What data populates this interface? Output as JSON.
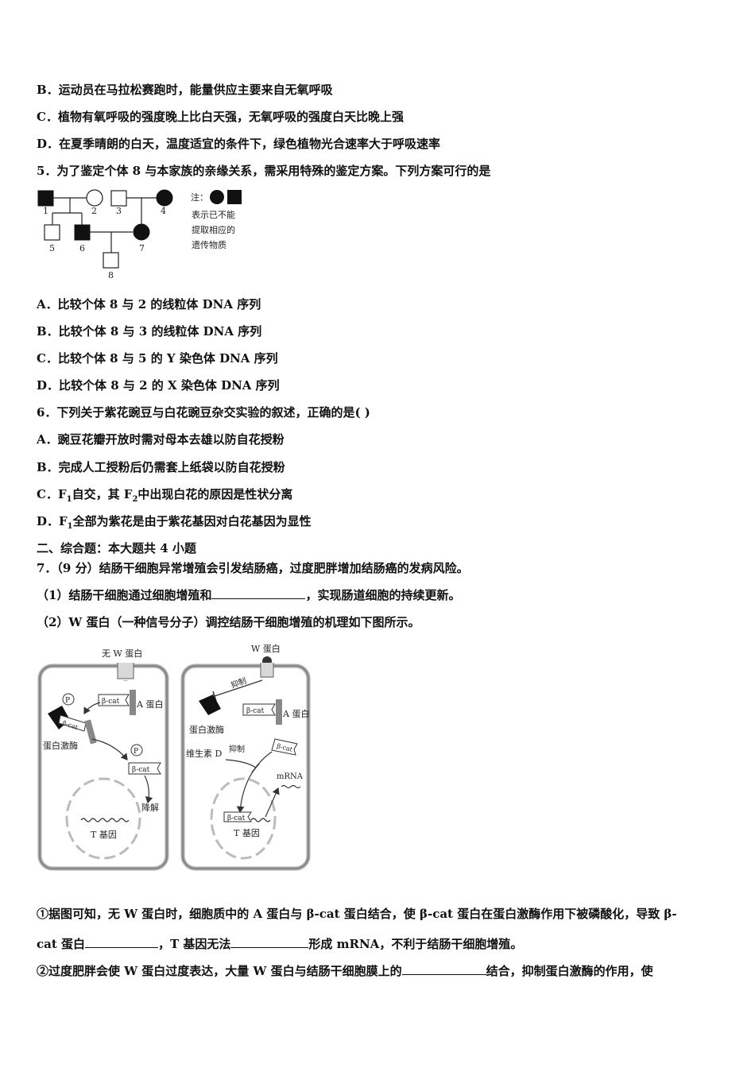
{
  "lines": {
    "q4b": "B．运动员在马拉松赛跑时，能量供应主要来自无氧呼吸",
    "q4c": "C．植物有氧呼吸的强度晚上比白天强，无氧呼吸的强度白天比晚上强",
    "q4d": "D．在夏季晴朗的白天，温度适宜的条件下，绿色植物光合速率大于呼吸速率",
    "q5": "5．为了鉴定个体 8 与本家族的亲缘关系，需采用特殊的鉴定方案。下列方案可行的是",
    "q5a": "A．比较个体 8 与 2 的线粒体 DNA 序列",
    "q5b": "B．比较个体 8 与 3 的线粒体 DNA 序列",
    "q5c": "C．比较个体 8 与 5 的 Y 染色体 DNA 序列",
    "q5d": "D．比较个体 8 与 2 的 X 染色体 DNA 序列",
    "q6": "6．下列关于紫花豌豆与白花豌豆杂交实验的叙述，正确的是( )",
    "q6a": "A．豌豆花瓣开放时需对母本去雄以防自花授粉",
    "q6b": "B．完成人工授粉后仍需套上纸袋以防自花授粉",
    "q6c_pre": "C．F",
    "q6c_sub1": "1",
    "q6c_mid": "自交，其 F",
    "q6c_sub2": "2",
    "q6c_post": "中出现白花的原因是性状分离",
    "q6d_pre": "D．F",
    "q6d_sub": "1",
    "q6d_post": "全部为紫花是由于紫花基因对白花基因为显性",
    "section2": "二、综合题：本大题共 4 小题",
    "q7": "7．（9 分）结肠干细胞异常增殖会引发结肠癌，过度肥胖增加结肠癌的发病风险。",
    "q7_1_pre": "（1）结肠干细胞通过细胞增殖和",
    "q7_1_post": "，实现肠道细胞的持续更新。",
    "q7_2": "（2）W 蛋白（一种信号分子）调控结肠干细胞增殖的机理如下图所示。",
    "q7_i_pre": "①据图可知，无 W 蛋白时，细胞质中的 A 蛋白与 β-cat 蛋白结合，使 β-cat 蛋白在蛋白激酶作用下被磷酸化，导致 β-",
    "q7_i2_pre": "cat 蛋白",
    "q7_i2_mid": "，T 基因无法",
    "q7_i2_post": "形成 mRNA，不利于结肠干细胞增殖。",
    "q7_ii_pre": "②过度肥胖会使 W 蛋白过度表达，大量 W 蛋白与结肠干细胞膜上的",
    "q7_ii_post": "结合，抑制蛋白激酶的作用，使"
  },
  "pedigree": {
    "ids": [
      "1",
      "2",
      "3",
      "4",
      "5",
      "6",
      "7",
      "8"
    ],
    "note_title": "注：",
    "note_line1": "表示已不能",
    "note_line2": "提取相应的",
    "note_line3": "遗传物质"
  },
  "figure": {
    "left": {
      "top_label": "无 W 蛋白",
      "p1": "P",
      "p2": "P",
      "bcat1": "β-cat",
      "bcat2": "β-cat",
      "bcat3": "β-cat",
      "a_protein": "A 蛋白",
      "kinase": "蛋白激酶",
      "degrade": "降解",
      "t_gene": "T 基因"
    },
    "right": {
      "top_label": "W 蛋白",
      "inhibit1": "抑制",
      "inhibit2": "抑制",
      "kinase": "蛋白激酶",
      "bcat1": "β-cat",
      "bcat2": "β-cat",
      "bcat3": "β-cat",
      "a_protein": "A 蛋白",
      "vitd": "维生素 D",
      "mrna": "mRNA",
      "t_gene": "T 基因"
    }
  }
}
